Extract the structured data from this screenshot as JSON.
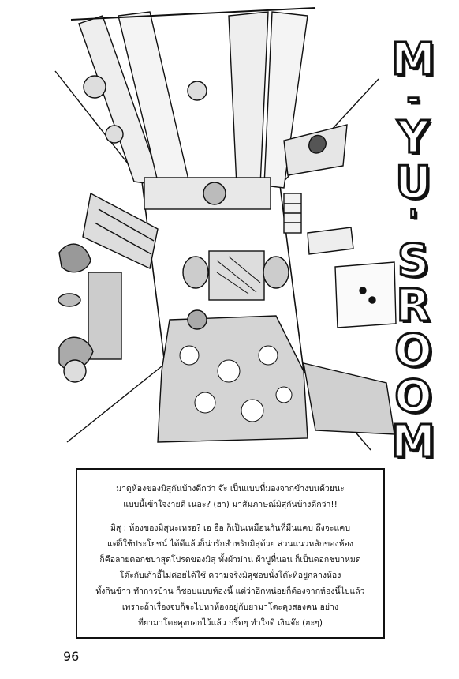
{
  "title": {
    "letters": [
      "M",
      "-",
      "Y",
      "U",
      "'",
      "S",
      "R",
      "O",
      "O",
      "M"
    ]
  },
  "body": {
    "paragraph1": [
      "มาดูห้องของมิสุกันบ้างดีกว่า จ๊ะ เป็นแบบที่มองจากข้างบนด้วยนะ",
      "แบบนี้เข้าใจง่ายดี เนอะ? (ฮา) มาสัมภาษณ์มิสุกันบ้างดีกว่า!!"
    ],
    "paragraph2": [
      "มิสุ : ห้องของมิสุนะเหรอ? เอ อือ ก็เป็นเหมือนกันที่มีนแคบ ถึงจะแคบ",
      "แต่ก็ใช้ประโยชน์ ได้ดีแล้วก็น่ารักสำหรับมิสุด้วย ส่วนแนวหลักของห้อง",
      "ก็คือลายดอกชบาสุดโปรดของมิสุ ทั้งผ้าม่าน ผ้าปูที่นอน ก็เป็นดอกชบาหมด",
      "โต๊ะกับเก้าอี้ไม่ค่อยได้ใช้ ความจริงมิสุชอบนั่งโต๊ะที่อยู่กลางห้อง",
      "ทั้งกินข้าว ทำการบ้าน ก็ชอบแบบห้องนี้ แต่ว่าอีกหน่อยก็ต้องจากห้องนี้ไปแล้ว",
      "เพราะถ้าเรื่องจบก็จะไปหาห้องอยู่กับยามาโตะคุงสองคน อย่าง",
      "ที่ยามาโตะคุงบอกไว้แล้ว กรี๊ดๆ ทำใจดี เงินจ๊ะ (ฮะๆ)"
    ]
  },
  "page_number": "96"
}
